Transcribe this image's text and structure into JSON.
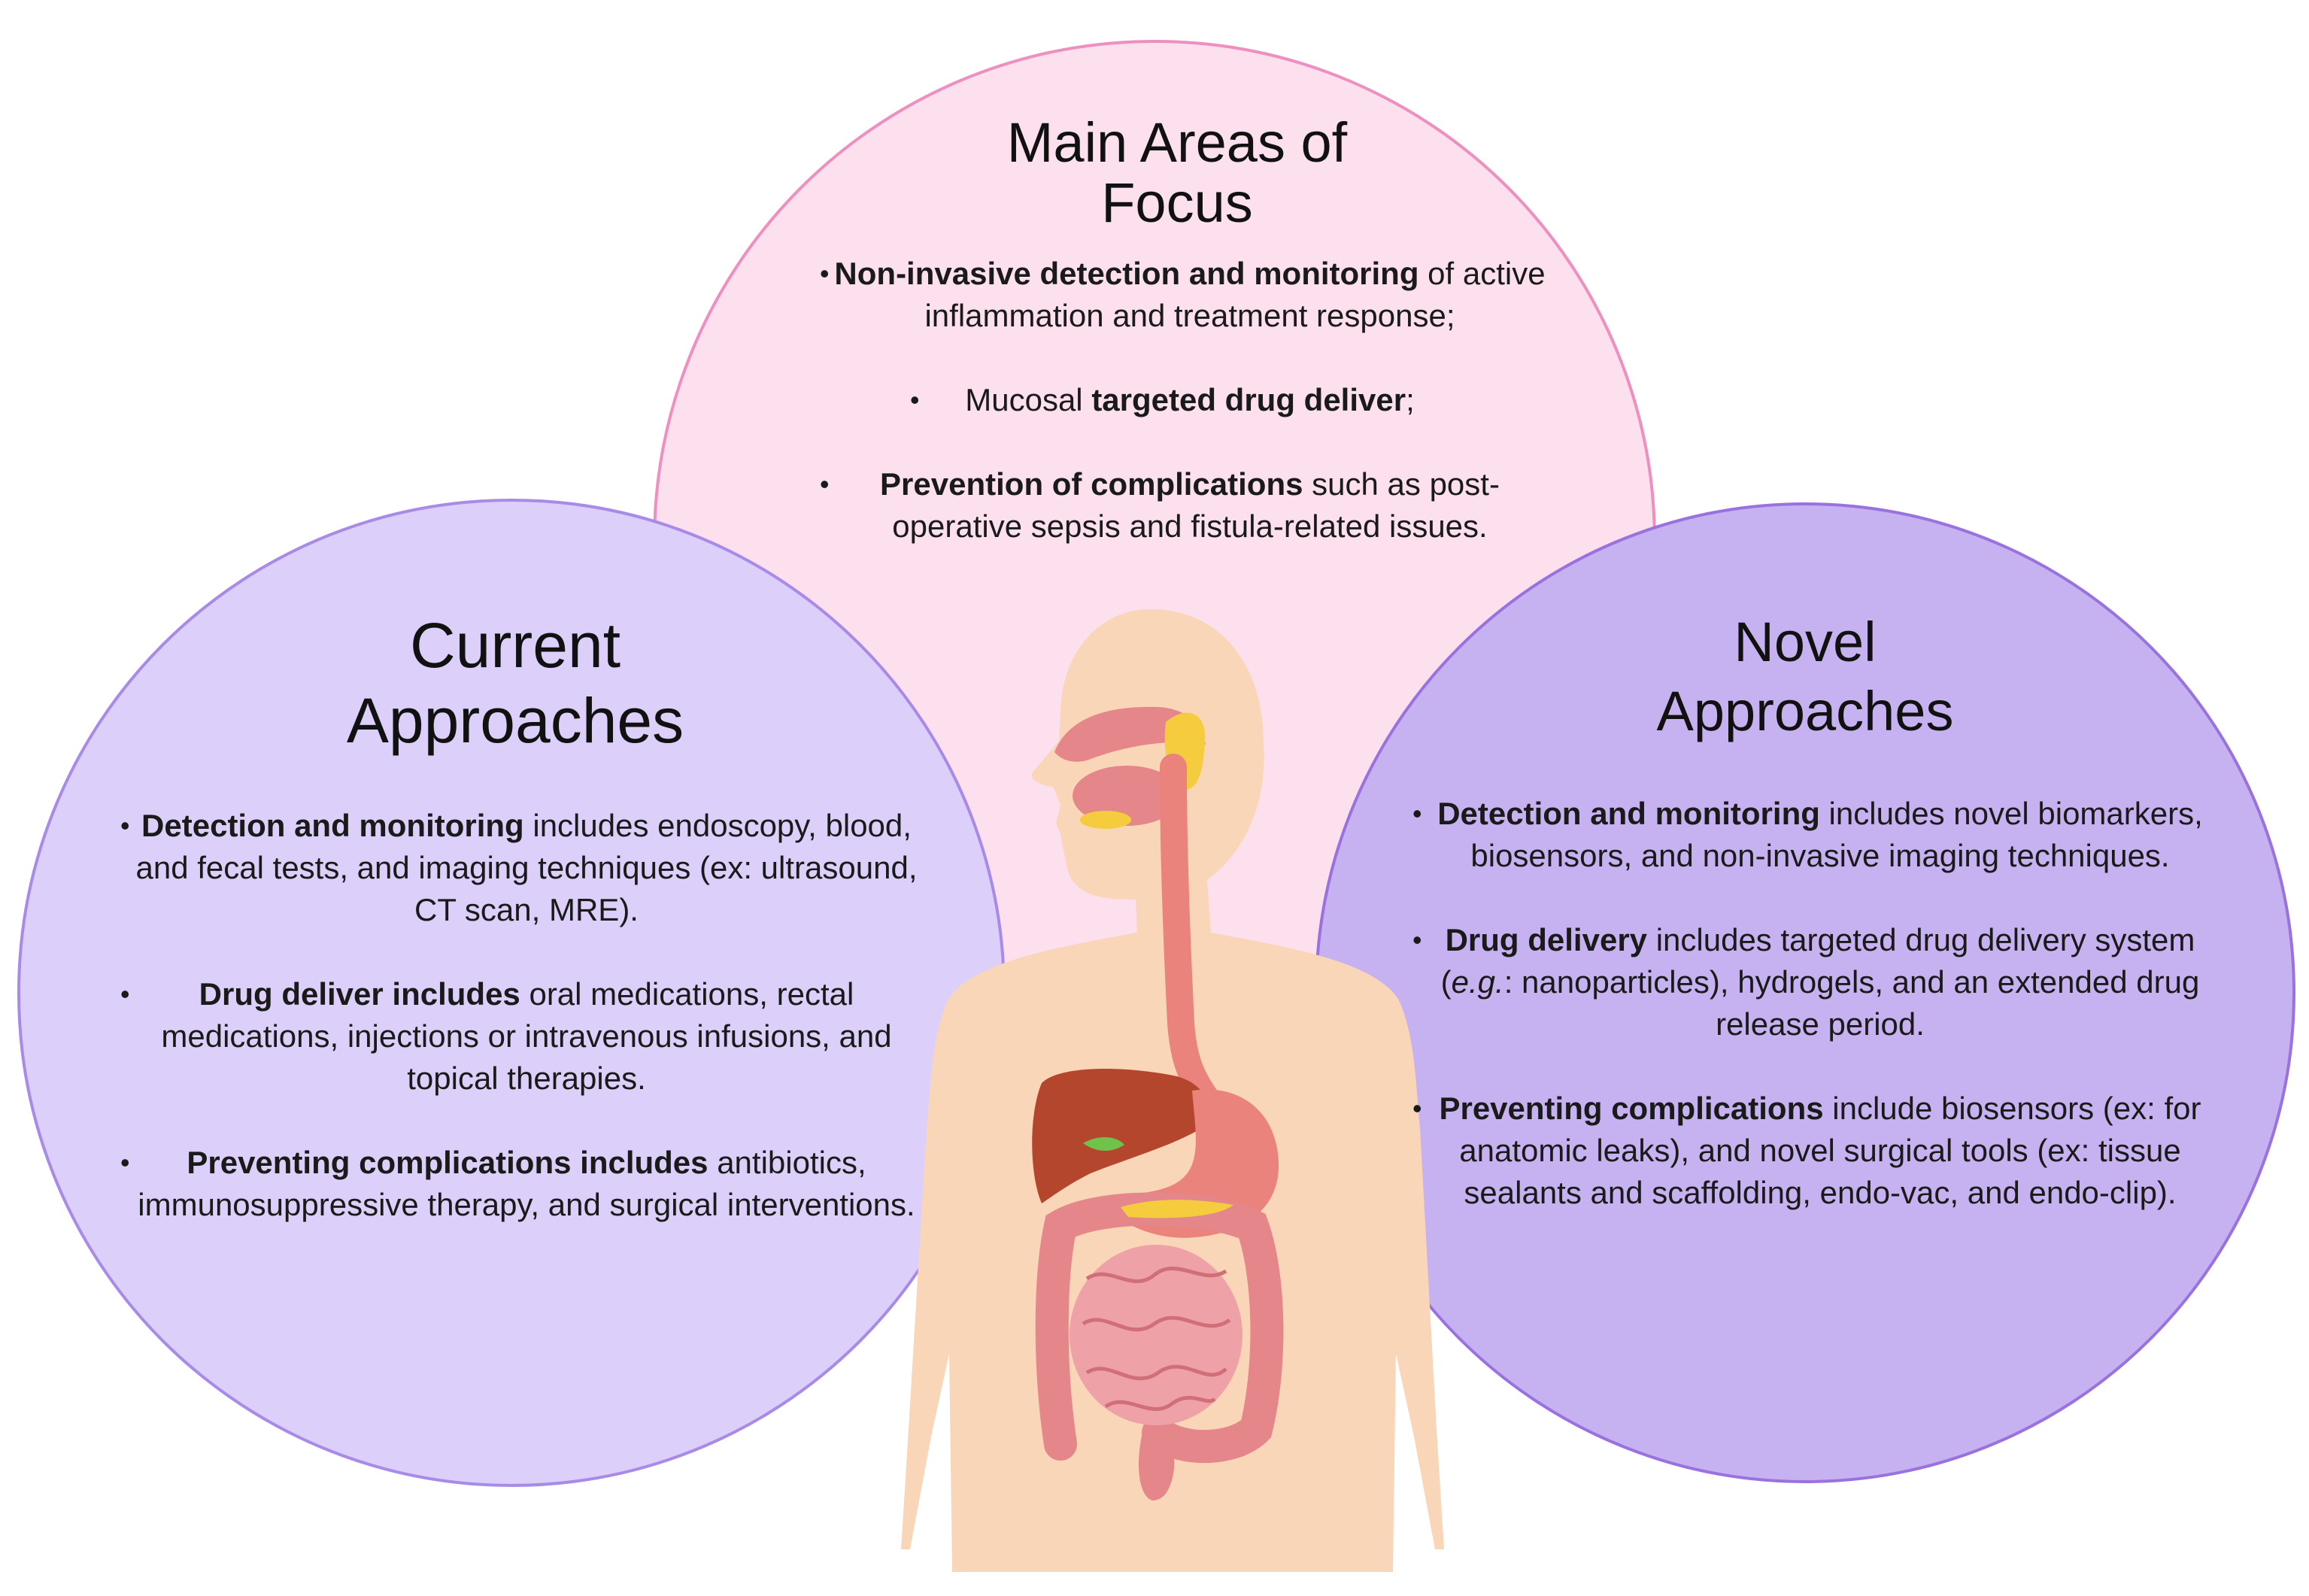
{
  "colors": {
    "top_circle_fill": "#fde0ee",
    "top_circle_stroke": "#ee8fc0",
    "left_circle_fill": "#dccff9",
    "left_circle_stroke": "#a88ae8",
    "right_circle_fill": "#c7b2f1",
    "right_circle_stroke": "#9a72e0",
    "skin": "#fad6b8",
    "liver": "#b4462e",
    "stomach": "#e9837b",
    "intestine": "#eea2a7",
    "colon": "#e5878a",
    "gland": "#f4cc3e"
  },
  "main_focus": {
    "title_line1": "Main Areas of",
    "title_line2": "Focus",
    "items": [
      {
        "bold": "Non-invasive detection and monitoring",
        "rest": " of active inflammation and treatment response;"
      },
      {
        "pre": "Mucosal ",
        "bold": "targeted drug deliver",
        "rest": ";"
      },
      {
        "bold": "Prevention of complications",
        "rest": " such as post-operative sepsis and fistula-related issues."
      }
    ]
  },
  "current": {
    "title_line1": "Current",
    "title_line2": "Approaches",
    "items": [
      {
        "bold": "Detection and monitoring",
        "rest": " includes endoscopy, blood, and fecal tests, and imaging techniques (ex: ultrasound, CT scan, MRE)."
      },
      {
        "bold": "Drug deliver includes",
        "rest": " oral medications, rectal medications, injections or intravenous infusions, and topical therapies."
      },
      {
        "bold": "Preventing complications includes",
        "rest": " antibiotics, immunosuppressive therapy, and surgical interventions."
      }
    ]
  },
  "novel": {
    "title_line1": "Novel",
    "title_line2": "Approaches",
    "items": [
      {
        "bold": "Detection and monitoring",
        "rest": " includes novel biomarkers, biosensors, and non-invasive imaging techniques."
      },
      {
        "bold": "Drug delivery",
        "rest_a": " includes targeted drug delivery system (",
        "italic": "e.g.",
        "rest_b": ": nanoparticles), hydrogels, and an extended drug release period."
      },
      {
        "bold": "Preventing complications",
        "rest": " include biosensors (ex: for anatomic leaks), and novel surgical tools (ex: tissue sealants and scaffolding, endo-vac, and endo-clip)."
      }
    ]
  }
}
